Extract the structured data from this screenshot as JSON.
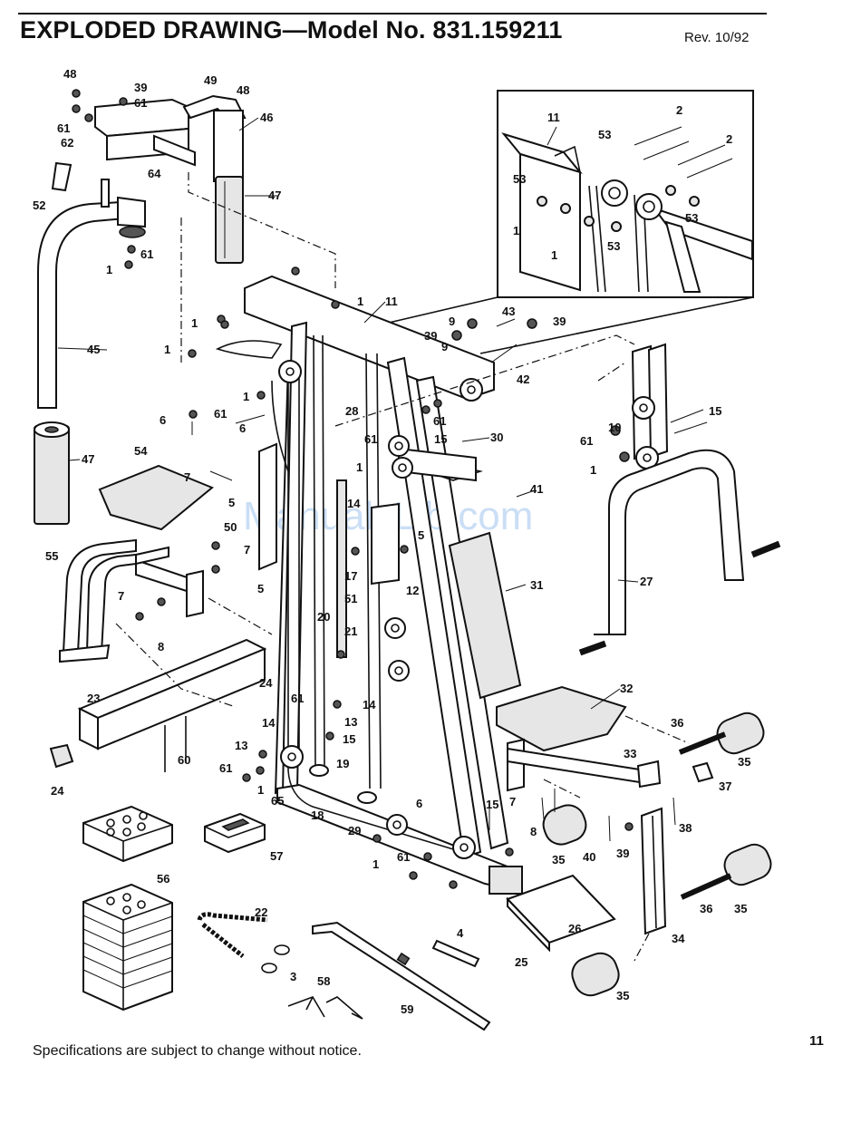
{
  "header": {
    "title": "EXPLODED DRAWING—Model No. 831.159211",
    "revision": "Rev. 10/92"
  },
  "footer": {
    "note": "Specifications are subject to change without notice.",
    "page_number": "11"
  },
  "watermark": "ManualsLib.com",
  "part_labels": [
    "48",
    "39",
    "49",
    "61",
    "61",
    "62",
    "48",
    "46",
    "47",
    "52",
    "64",
    "61",
    "1",
    "45",
    "47",
    "54",
    "55",
    "7",
    "8",
    "23",
    "24",
    "60",
    "24",
    "56",
    "22",
    "3",
    "58",
    "1",
    "11",
    "1",
    "1",
    "6",
    "61",
    "6",
    "1",
    "7",
    "5",
    "50",
    "7",
    "5",
    "28",
    "61",
    "1",
    "14",
    "17",
    "20",
    "51",
    "21",
    "12",
    "5",
    "61",
    "14",
    "13",
    "15",
    "19",
    "18",
    "29",
    "13",
    "14",
    "61",
    "1",
    "65",
    "57",
    "6",
    "15",
    "61",
    "1",
    "9",
    "39",
    "9",
    "43",
    "39",
    "42",
    "61",
    "15",
    "30",
    "41",
    "31",
    "32",
    "33",
    "7",
    "8",
    "39",
    "38",
    "40",
    "35",
    "36",
    "35",
    "37",
    "27",
    "10",
    "61",
    "1",
    "15",
    "34",
    "36",
    "35",
    "35",
    "26",
    "25",
    "4",
    "59",
    "11",
    "53",
    "2",
    "2",
    "53",
    "53",
    "1",
    "1",
    "53"
  ]
}
